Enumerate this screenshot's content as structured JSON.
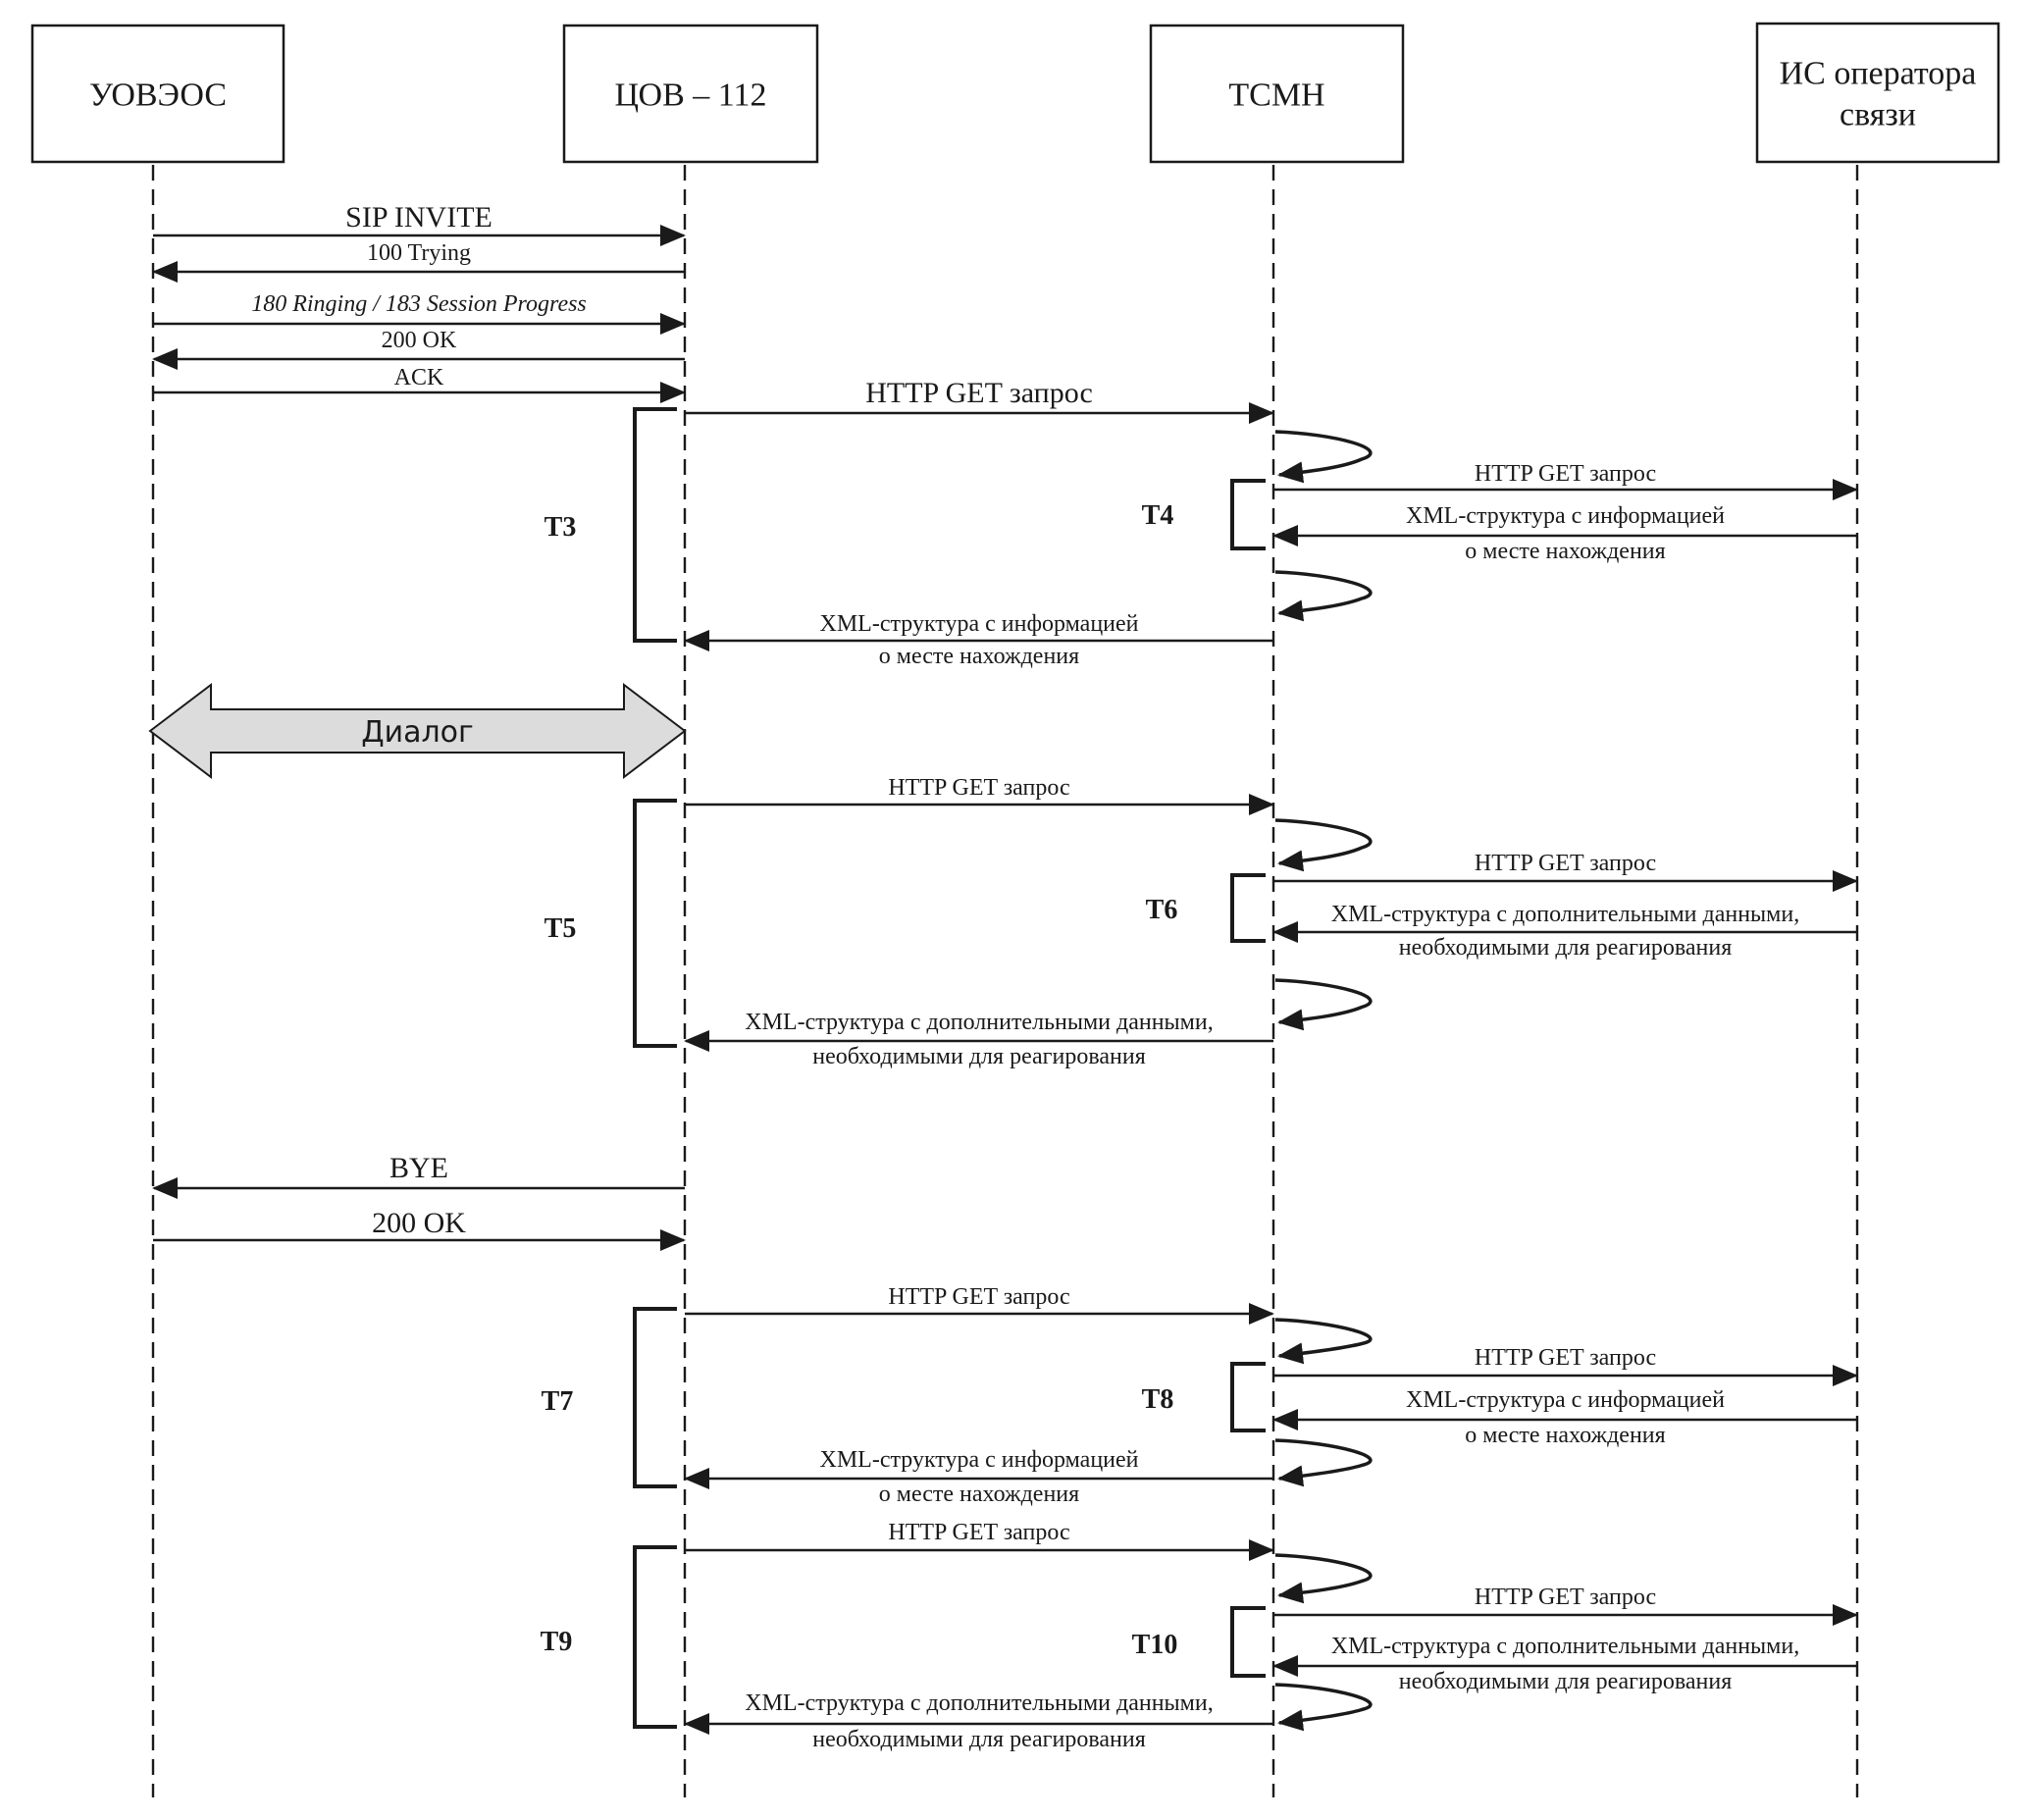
{
  "participants": [
    {
      "id": "uoveos",
      "lines": [
        "УОВЭОС"
      ]
    },
    {
      "id": "cov112",
      "lines": [
        "ЦОВ – 112"
      ]
    },
    {
      "id": "tsmn",
      "lines": [
        "ТСМН"
      ]
    },
    {
      "id": "is_operator",
      "lines": [
        "ИС оператора",
        "связи"
      ]
    }
  ],
  "dialog": {
    "label": "Диалог",
    "from": "uoveos",
    "to": "cov112"
  },
  "messages": [
    {
      "id": "sip-invite",
      "from": "uoveos",
      "to": "cov112",
      "lines": [
        "SIP INVITE"
      ],
      "style": "big"
    },
    {
      "id": "100-trying",
      "from": "cov112",
      "to": "uoveos",
      "lines": [
        "100 Trying"
      ]
    },
    {
      "id": "180-ringing",
      "from": "uoveos",
      "to": "cov112",
      "lines": [
        "180 Ringing / 183 Session Progress"
      ],
      "style": "italic"
    },
    {
      "id": "200-ok-1",
      "from": "cov112",
      "to": "uoveos",
      "lines": [
        "200 OK"
      ]
    },
    {
      "id": "ack",
      "from": "uoveos",
      "to": "cov112",
      "lines": [
        "ACK"
      ]
    },
    {
      "id": "http-get-1",
      "from": "cov112",
      "to": "tsmn",
      "lines": [
        "HTTP GET запрос"
      ],
      "style": "big"
    },
    {
      "id": "http-get-2",
      "from": "tsmn",
      "to": "is_operator",
      "lines": [
        "HTTP GET запрос"
      ]
    },
    {
      "id": "xml-loc-1",
      "from": "is_operator",
      "to": "tsmn",
      "lines": [
        "XML-структура с информацией",
        "о месте нахождения"
      ]
    },
    {
      "id": "xml-loc-2",
      "from": "tsmn",
      "to": "cov112",
      "lines": [
        "XML-структура с информацией",
        "о месте нахождения"
      ]
    },
    {
      "id": "http-get-3",
      "from": "cov112",
      "to": "tsmn",
      "lines": [
        "HTTP GET запрос"
      ]
    },
    {
      "id": "http-get-4",
      "from": "tsmn",
      "to": "is_operator",
      "lines": [
        "HTTP GET запрос"
      ]
    },
    {
      "id": "xml-add-1",
      "from": "is_operator",
      "to": "tsmn",
      "lines": [
        "XML-структура с дополнительными данными,",
        "необходимыми для реагирования"
      ]
    },
    {
      "id": "xml-add-2",
      "from": "tsmn",
      "to": "cov112",
      "lines": [
        "XML-структура с дополнительными данными,",
        "необходимыми для реагирования"
      ]
    },
    {
      "id": "bye",
      "from": "cov112",
      "to": "uoveos",
      "lines": [
        "BYE"
      ],
      "style": "big"
    },
    {
      "id": "200-ok-2",
      "from": "uoveos",
      "to": "cov112",
      "lines": [
        "200 OK"
      ],
      "style": "big"
    },
    {
      "id": "http-get-5",
      "from": "cov112",
      "to": "tsmn",
      "lines": [
        "HTTP GET запрос"
      ]
    },
    {
      "id": "http-get-6",
      "from": "tsmn",
      "to": "is_operator",
      "lines": [
        "HTTP GET запрос"
      ]
    },
    {
      "id": "xml-loc-3",
      "from": "is_operator",
      "to": "tsmn",
      "lines": [
        "XML-структура с информацией",
        "о месте нахождения"
      ]
    },
    {
      "id": "xml-loc-4",
      "from": "tsmn",
      "to": "cov112",
      "lines": [
        "XML-структура с информацией",
        "о месте нахождения"
      ]
    },
    {
      "id": "http-get-7",
      "from": "cov112",
      "to": "tsmn",
      "lines": [
        "HTTP GET запрос"
      ]
    },
    {
      "id": "http-get-8",
      "from": "tsmn",
      "to": "is_operator",
      "lines": [
        "HTTP GET запрос"
      ]
    },
    {
      "id": "xml-add-3",
      "from": "is_operator",
      "to": "tsmn",
      "lines": [
        "XML-структура с дополнительными данными,",
        "необходимыми для реагирования"
      ]
    },
    {
      "id": "xml-add-4",
      "from": "tsmn",
      "to": "cov112",
      "lines": [
        "XML-структура с дополнительными данными,",
        "необходимыми для реагирования"
      ]
    }
  ],
  "self_loops": [
    {
      "id": "tsmn-process-1",
      "on": "tsmn"
    },
    {
      "id": "tsmn-process-2",
      "on": "tsmn"
    },
    {
      "id": "tsmn-process-3",
      "on": "tsmn"
    },
    {
      "id": "tsmn-process-4",
      "on": "tsmn"
    },
    {
      "id": "tsmn-process-5",
      "on": "tsmn"
    },
    {
      "id": "tsmn-process-6",
      "on": "tsmn"
    },
    {
      "id": "tsmn-process-7",
      "on": "tsmn"
    },
    {
      "id": "tsmn-process-8",
      "on": "tsmn"
    }
  ],
  "timers": [
    {
      "label": "T3",
      "on": "cov112"
    },
    {
      "label": "T4",
      "on": "tsmn"
    },
    {
      "label": "T5",
      "on": "cov112"
    },
    {
      "label": "T6",
      "on": "tsmn"
    },
    {
      "label": "T7",
      "on": "cov112"
    },
    {
      "label": "T8",
      "on": "tsmn"
    },
    {
      "label": "T9",
      "on": "cov112"
    },
    {
      "label": "T10",
      "on": "tsmn"
    }
  ]
}
